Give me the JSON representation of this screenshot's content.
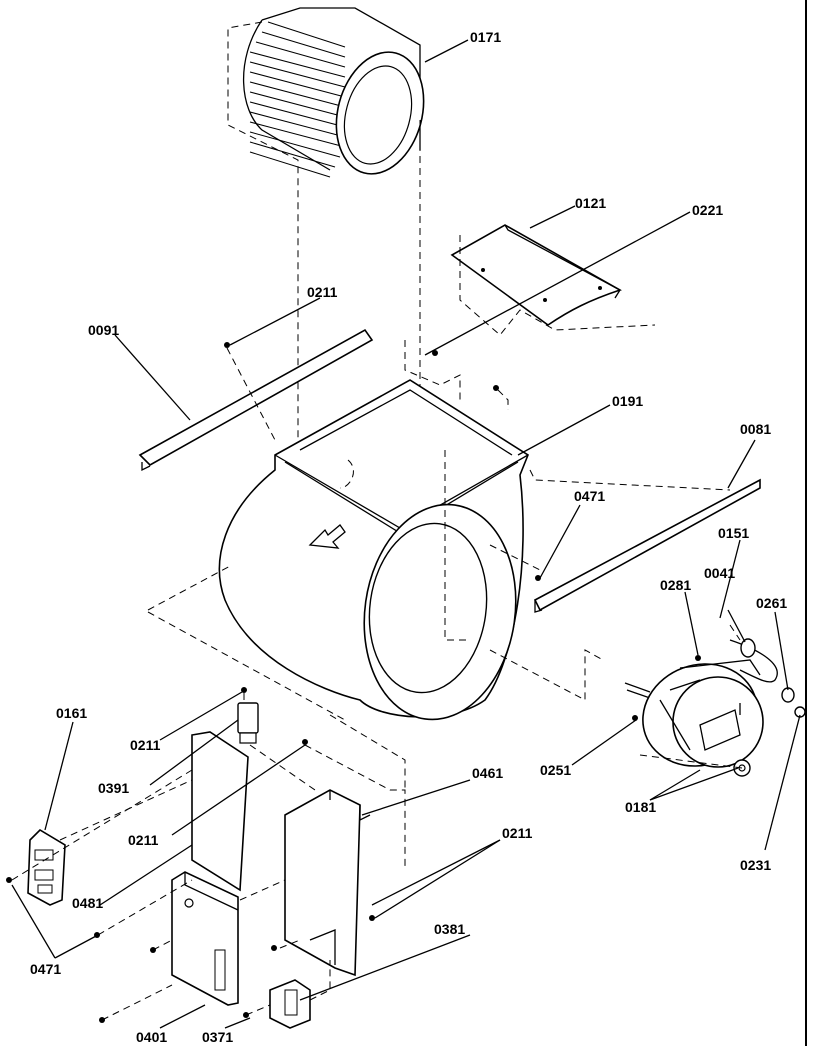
{
  "labels": {
    "p0171": "0171",
    "p0121": "0121",
    "p0221": "0221",
    "p0211_top": "0211",
    "p0091": "0091",
    "p0191": "0191",
    "p0081": "0081",
    "p0471_right": "0471",
    "p0151": "0151",
    "p0041": "0041",
    "p0281": "0281",
    "p0261": "0261",
    "p0161": "0161",
    "p0211_a": "0211",
    "p0391": "0391",
    "p0211_b": "0211",
    "p0461": "0461",
    "p0251": "0251",
    "p0181": "0181",
    "p0211_c": "0211",
    "p0481": "0481",
    "p0231": "0231",
    "p0471_left": "0471",
    "p0381": "0381",
    "p0401": "0401",
    "p0371": "0371"
  }
}
